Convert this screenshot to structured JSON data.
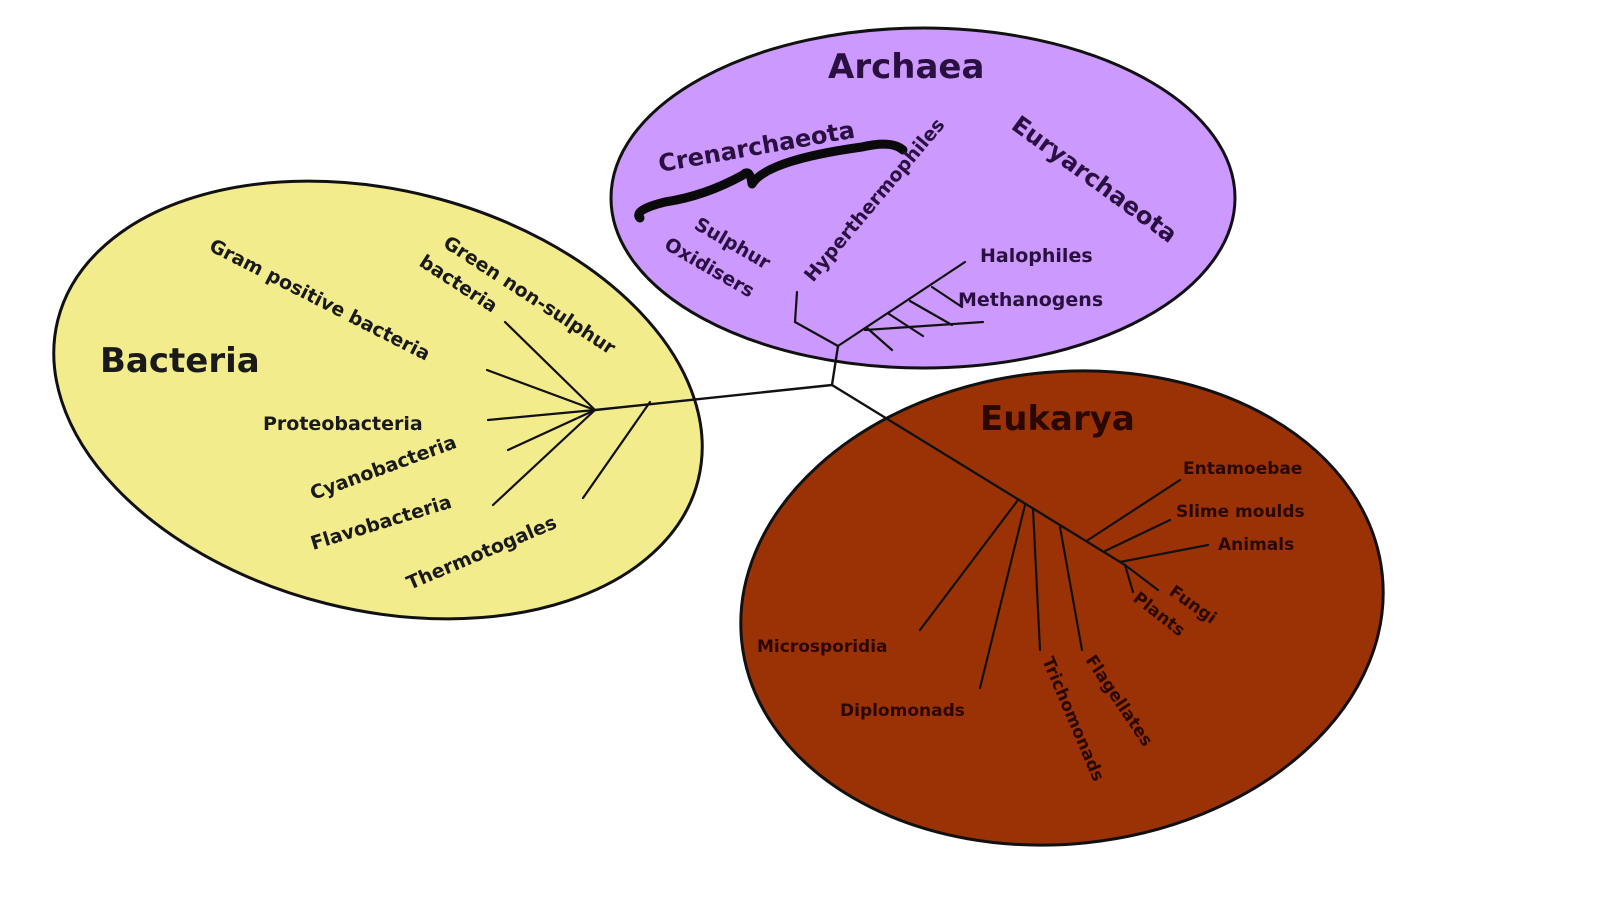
{
  "domains": {
    "bacteria": {
      "title": "Bacteria",
      "fill_color": "#f2ec8c",
      "text_color": "#1a1a1a",
      "groups": {
        "green_non_sulphur_line1": "Green non-sulphur",
        "green_non_sulphur_line2": "bacteria",
        "gram_positive": "Gram positive bacteria",
        "proteobacteria": "Proteobacteria",
        "cyanobacteria": "Cyanobacteria",
        "flavobacteria": "Flavobacteria",
        "thermotogales": "Thermotogales"
      }
    },
    "archaea": {
      "title": "Archaea",
      "fill_color": "#cc99ff",
      "text_color": "#2a1040",
      "groups": {
        "crenarchaeota": "Crenarchaeota",
        "euryarchaeota": "Euryarchaeota",
        "sulphur_oxidisers_line1": "Sulphur",
        "sulphur_oxidisers_line2": "Oxidisers",
        "hyperthermophiles": "Hyperthermophiles",
        "halophiles": "Halophiles",
        "methanogens": "Methanogens"
      }
    },
    "eukarya": {
      "title": "Eukarya",
      "fill_color": "#9b3205",
      "text_color": "#2a0800",
      "groups": {
        "entamoebae": "Entamoebae",
        "slime_moulds": "Slime moulds",
        "animals": "Animals",
        "fungi": "Fungi",
        "plants": "Plants",
        "microsporidia": "Microsporidia",
        "diplomonads": "Diplomonads",
        "trichomonads": "Trichomonads",
        "flagellates": "Flagellates"
      }
    }
  }
}
